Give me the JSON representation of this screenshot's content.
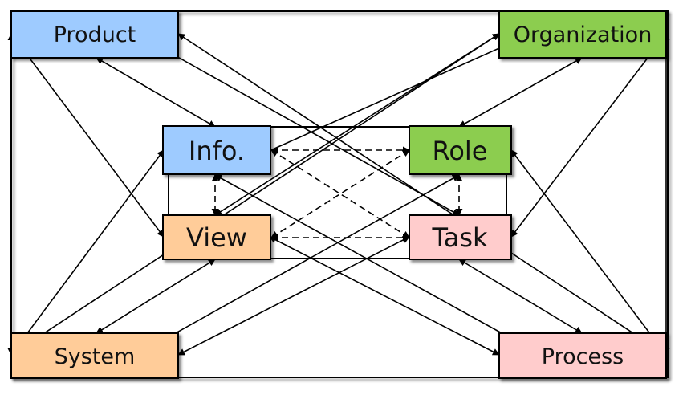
{
  "colors": {
    "blue": "#9ecbff",
    "green": "#8ccd4f",
    "orange": "#ffcc99",
    "pink": "#ffcccc",
    "line": "#000000"
  },
  "outer_nodes": {
    "product": "Product",
    "organization": "Organization",
    "system": "System",
    "process": "Process"
  },
  "inner_nodes": {
    "info": "Info.",
    "role": "Role",
    "view": "View",
    "task": "Task"
  }
}
